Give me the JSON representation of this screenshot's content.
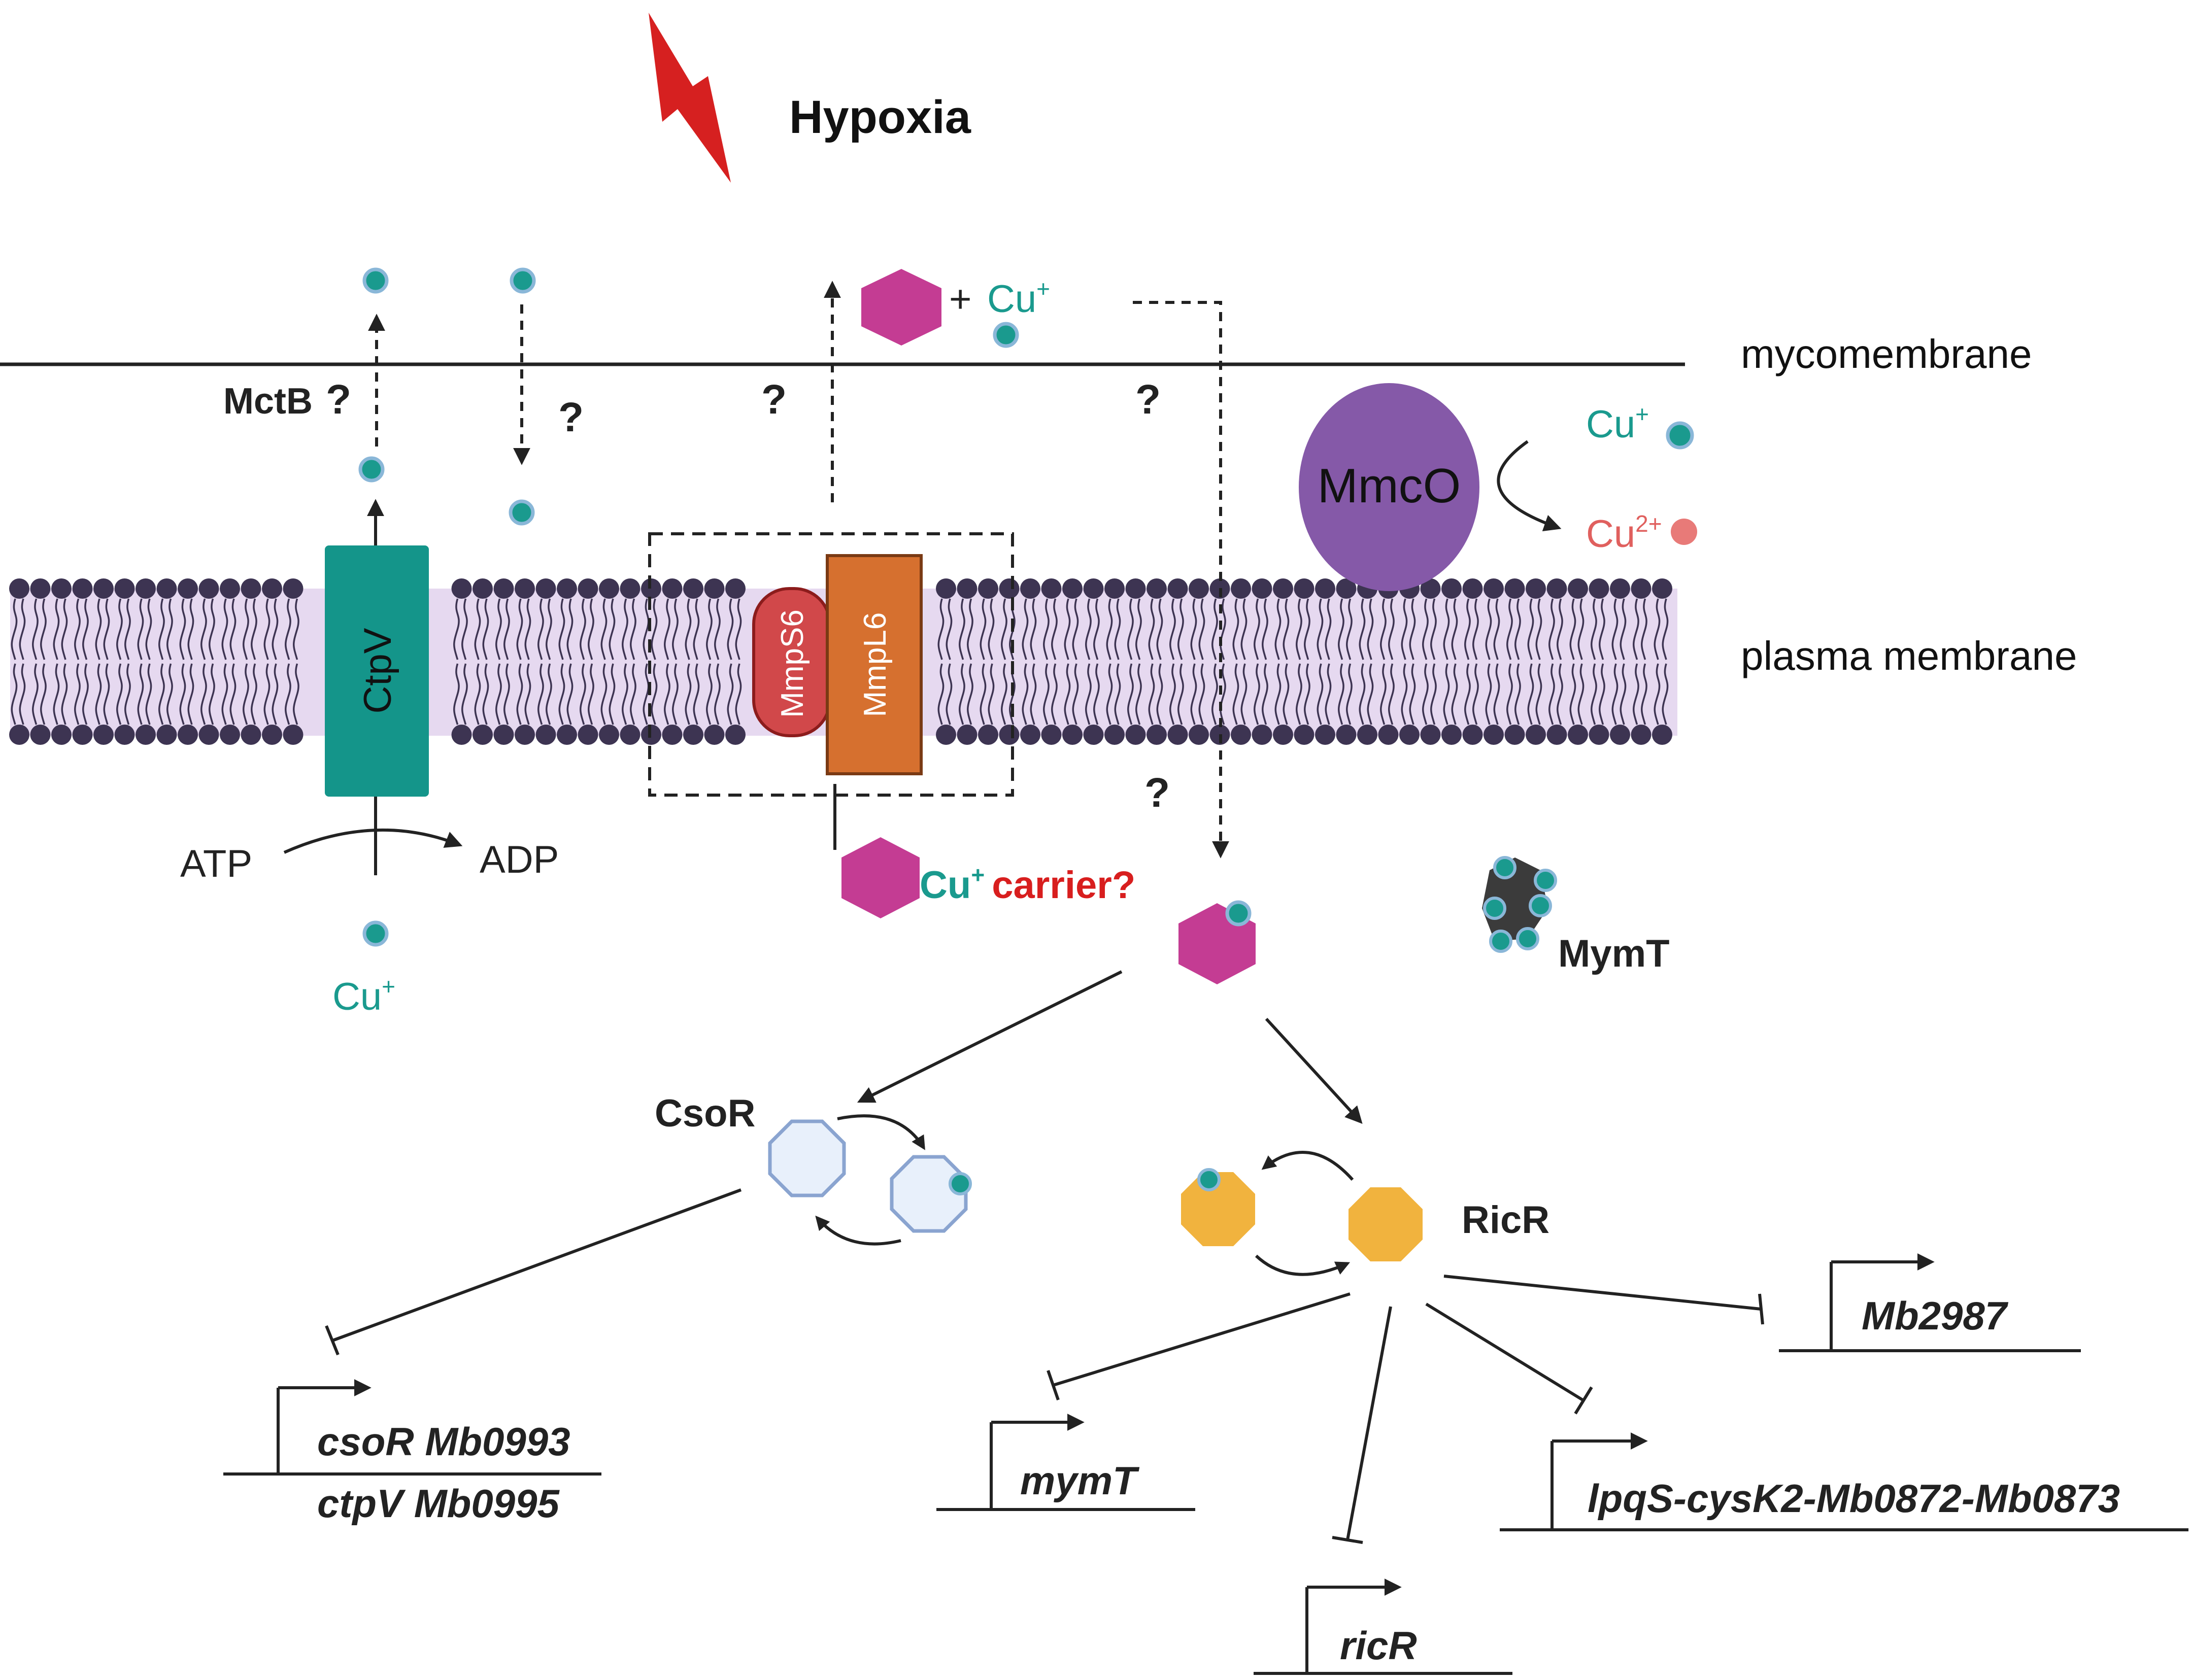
{
  "stress": "Hypoxia",
  "membranes": {
    "outer": "mycomembrane",
    "inner": "plasma membrane"
  },
  "proteins": {
    "ctpv": "CtpV",
    "mctb": "MctB",
    "mmps6": "MmpS6",
    "mmpl6": "MmpL6",
    "mmco": "MmcO",
    "mymt": "MymT",
    "csor": "CsoR",
    "ricr": "RicR"
  },
  "ions": {
    "cu_plus": "Cu",
    "cu_plus_charge": "+",
    "cu2_plus": "Cu",
    "cu2_plus_charge": "2+"
  },
  "atp": "ATP",
  "adp": "ADP",
  "unknown_mark": "?",
  "plus_sign": "+",
  "carrier_label": "carrier?",
  "genes": {
    "csor_op_line1": "csoR Mb0993",
    "csor_op_line2": "ctpV Mb0995",
    "mymt": "mymT",
    "ricr": "ricR",
    "lpqs": "lpqS-cysK2-Mb0872-Mb0873",
    "mb2987": "Mb2987"
  },
  "colors": {
    "copper": "#1a9a8e",
    "copper2": "#e87a78",
    "carrier_red": "#d81e1e",
    "ctpv": "#14958a",
    "mmps6": "#d1484a",
    "mmpl6": "#d6702f",
    "mmco": "#8559a8",
    "carrier_hex": "#c43c93",
    "csor": "#e8f0fb",
    "ricr": "#f1b33e",
    "lipid_head": "#3d3452",
    "bilayer": "#e6d9f0",
    "lightning": "#d62020"
  }
}
